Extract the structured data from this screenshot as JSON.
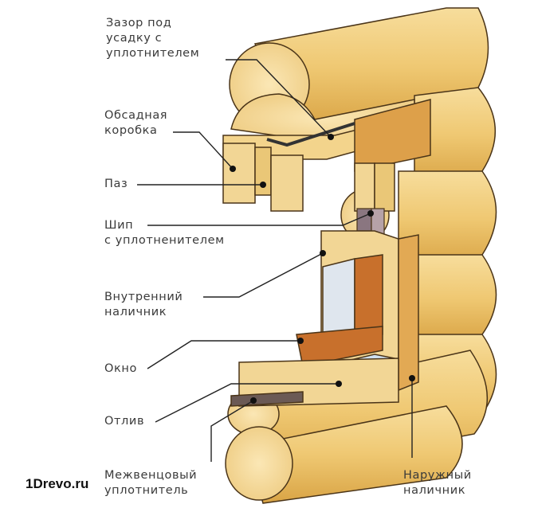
{
  "diagram": {
    "title": "Window casing (obsada) in a log wall",
    "labels": {
      "gap": [
        "Зазор под",
        "усадку с",
        "уплотнителем"
      ],
      "casing_box": [
        "Обсадная",
        "коробка"
      ],
      "groove": [
        "Паз"
      ],
      "tenon": [
        "Шип",
        "с уплотненителем"
      ],
      "inner_trim": [
        "Внутренний",
        "наличник"
      ],
      "window": [
        "Окно"
      ],
      "drip": [
        "Отлив"
      ],
      "interlog_seal": [
        "Межвенцовый",
        "уплотнитель"
      ],
      "outer_trim": [
        "Наружный",
        "наличник"
      ]
    },
    "brand": "1Drevo.ru"
  },
  "colors": {
    "wood_light": "#f6dc9a",
    "wood_mid": "#e9bf62",
    "wood_dark": "#c98f2e",
    "window_frame": "#c8702c",
    "glass": "#dfe6ee",
    "sill": "#cfe0f0",
    "seal": "#6b5a55",
    "outline": "#4a3418"
  }
}
